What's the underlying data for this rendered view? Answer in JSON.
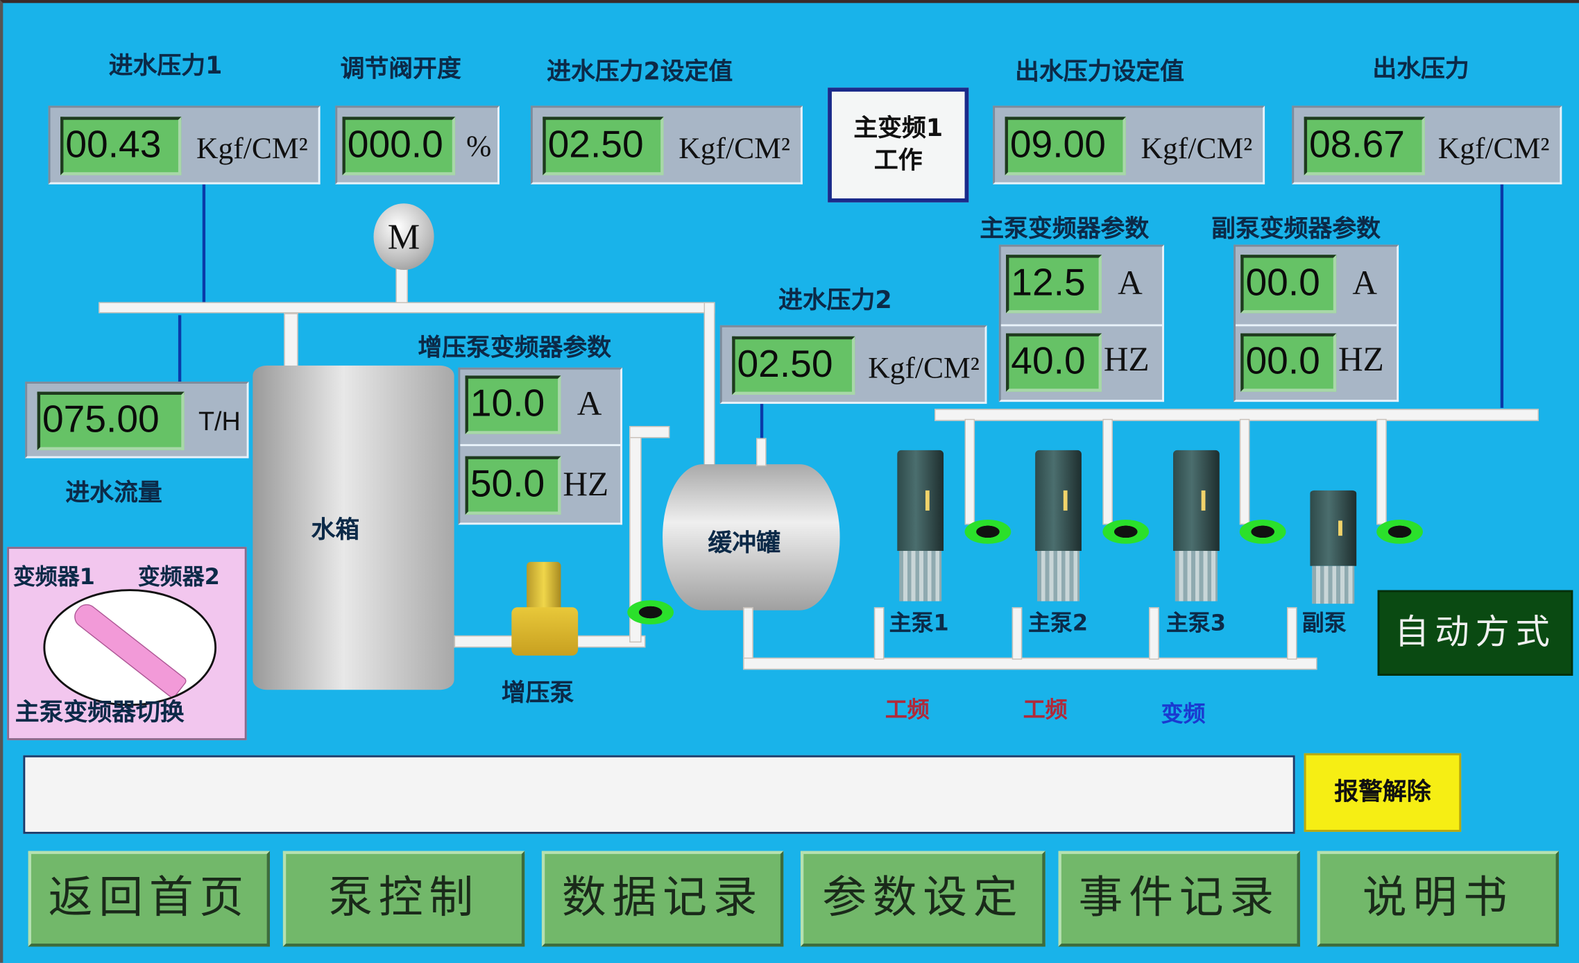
{
  "labels": {
    "inlet_pressure_1": "进水压力1",
    "valve_opening": "调节阀开度",
    "inlet_pressure_2_setpoint": "进水压力2设定值",
    "outlet_pressure_setpoint": "出水压力设定值",
    "outlet_pressure": "出水压力",
    "inlet_flow": "进水流量",
    "boost_pump_vfd_params": "增压泵变频器参数",
    "inlet_pressure_2": "进水压力2",
    "main_pump_vfd_params": "主泵变频器参数",
    "aux_pump_vfd_params": "副泵变频器参数",
    "water_tank": "水箱",
    "buffer_tank": "缓冲罐",
    "boost_pump": "增压泵",
    "motor_valve": "M"
  },
  "readouts": {
    "inlet_pressure_1": {
      "value": "00.43",
      "unit": "Kgf/CM²"
    },
    "valve_opening": {
      "value": "000.0",
      "unit": "%"
    },
    "inlet_pressure_2_setpoint": {
      "value": "02.50",
      "unit": "Kgf/CM²"
    },
    "outlet_pressure_setpoint": {
      "value": "09.00",
      "unit": "Kgf/CM²"
    },
    "outlet_pressure": {
      "value": "08.67",
      "unit": "Kgf/CM²"
    },
    "inlet_flow": {
      "value": "075.00",
      "unit": "T/H"
    },
    "boost_current": {
      "value": "10.0",
      "unit": "A"
    },
    "boost_freq": {
      "value": "50.0",
      "unit": "HZ"
    },
    "inlet_pressure_2": {
      "value": "02.50",
      "unit": "Kgf/CM²"
    },
    "main_current": {
      "value": "12.5",
      "unit": "A"
    },
    "main_freq": {
      "value": "40.0",
      "unit": "HZ"
    },
    "aux_current": {
      "value": "00.0",
      "unit": "A"
    },
    "aux_freq": {
      "value": "00.0",
      "unit": "HZ"
    }
  },
  "status_box": {
    "line1": "主变频1",
    "line2": "工作"
  },
  "pumps": [
    {
      "name": "主泵1",
      "mode": "工频",
      "mode_color": "#b02a3a"
    },
    {
      "name": "主泵2",
      "mode": "工频",
      "mode_color": "#b02a3a"
    },
    {
      "name": "主泵3",
      "mode": "变频",
      "mode_color": "#1a3ad0"
    },
    {
      "name": "副泵",
      "mode": "",
      "mode_color": ""
    }
  ],
  "auto_mode": "自动方式",
  "switch_panel": {
    "left": "变频器1",
    "right": "变频器2",
    "title": "主泵变频器切换"
  },
  "alarm": {
    "message": "",
    "reset_label": "报警解除"
  },
  "nav": [
    "返回首页",
    "泵控制",
    "数据记录",
    "参数设定",
    "事件记录",
    "说明书"
  ]
}
